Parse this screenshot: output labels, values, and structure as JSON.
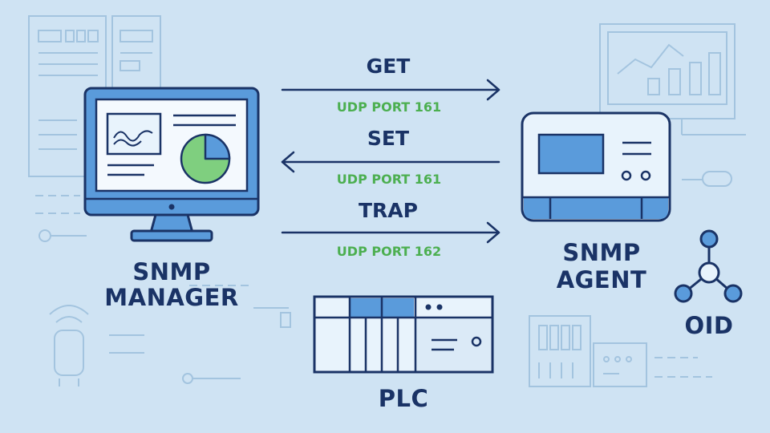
{
  "manager": {
    "line1": "SNMP",
    "line2": "MANAGER"
  },
  "agent": {
    "line1": "SNMP",
    "line2": "AGENT"
  },
  "plc": {
    "label": "PLC"
  },
  "oid": {
    "label": "OID"
  },
  "messages": [
    {
      "name": "GET",
      "port": "UDP PORT 161",
      "direction": "to-agent"
    },
    {
      "name": "SET",
      "port": "UDP PORT 161",
      "direction": "to-manager"
    },
    {
      "name": "TRAP",
      "port": "UDP PORT 162",
      "direction": "to-agent"
    }
  ],
  "colors": {
    "background": "#cfe3f3",
    "outline": "#1a3366",
    "screen_fill": "#5a9bdb",
    "light_fill": "#e8f3fc",
    "panel_fill": "#dbeaf7",
    "port_text": "#4caf50",
    "pie_green": "#7fcf7f",
    "faded_lines": "#9cbfdc"
  }
}
